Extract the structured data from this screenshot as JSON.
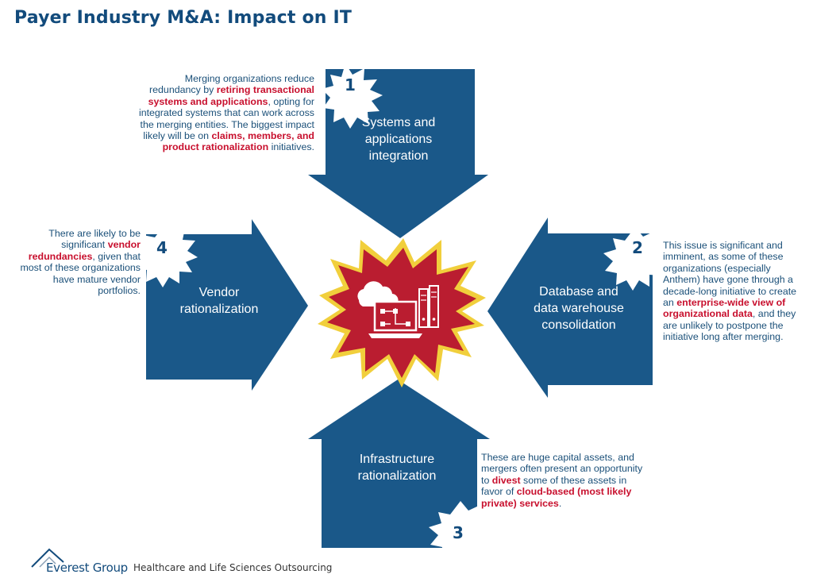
{
  "title": "Payer Industry M&A: Impact on IT",
  "colors": {
    "arrow": "#1a5889",
    "accent": "#c8102e",
    "title": "#124b7c"
  },
  "items": [
    {
      "number": "1",
      "label_line1": "Systems and",
      "label_line2": "applications",
      "label_line3": "integration",
      "desc": [
        {
          "t": "Merging organizations reduce redundancy by "
        },
        {
          "t": "retiring transactional systems and applications",
          "b": true
        },
        {
          "t": ", opting for integrated systems that can work across the merging entities. The biggest impact likely will be on "
        },
        {
          "t": "claims, members, and product rationalization",
          "b": true
        },
        {
          "t": " initiatives."
        }
      ]
    },
    {
      "number": "2",
      "label_line1": "Database and",
      "label_line2": "data warehouse",
      "label_line3": "consolidation",
      "desc": [
        {
          "t": "This issue is significant and imminent, as some of these organizations (especially Anthem) have gone through a decade-long initiative to create an "
        },
        {
          "t": "enterprise-wide view of organizational data",
          "b": true
        },
        {
          "t": ", and they are unlikely to postpone the initiative long after merging."
        }
      ]
    },
    {
      "number": "3",
      "label_line1": "Infrastructure",
      "label_line2": "rationalization",
      "desc": [
        {
          "t": "These are huge capital assets, and mergers often present an opportunity to "
        },
        {
          "t": "divest",
          "b": true
        },
        {
          "t": " some of these assets in favor of "
        },
        {
          "t": "cloud-based (most likely private) services",
          "b": true
        },
        {
          "t": "."
        }
      ]
    },
    {
      "number": "4",
      "label_line1": "Vendor",
      "label_line2": "rationalization",
      "desc": [
        {
          "t": "There are likely to be significant "
        },
        {
          "t": "vendor redundancies",
          "b": true
        },
        {
          "t": ", given that most of these organizations have mature vendor portfolios."
        }
      ]
    }
  ],
  "footer": {
    "brand": "Everest Group",
    "tagline": "Healthcare and Life Sciences Outsourcing",
    "logo_icon": "mountain-peak-icon"
  }
}
